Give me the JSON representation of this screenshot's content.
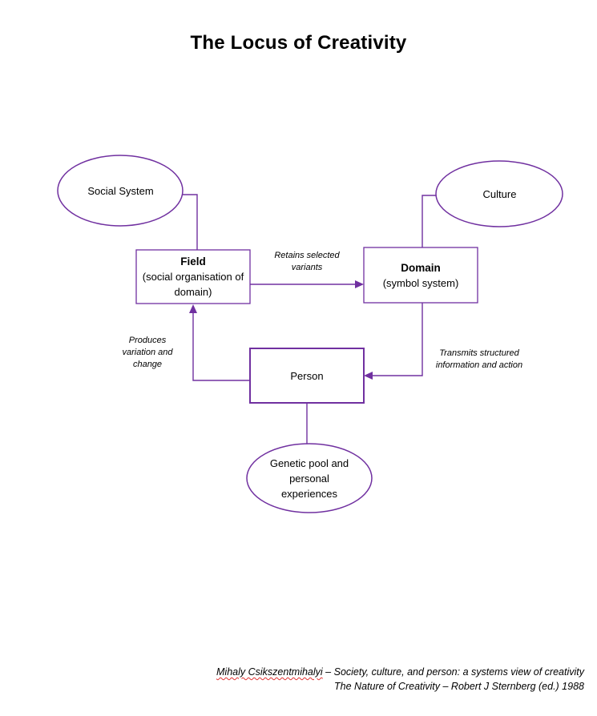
{
  "title": "The Locus of Creativity",
  "colors": {
    "shape_stroke": "#7030A0",
    "text": "#000000",
    "spellcheck_underline": "#e03030",
    "background": "#ffffff"
  },
  "nodes": {
    "social_system": {
      "label": "Social System"
    },
    "culture": {
      "label": "Culture"
    },
    "field": {
      "title": "Field",
      "subtitle": "(social organisation of domain)"
    },
    "domain": {
      "title": "Domain",
      "subtitle": "(symbol system)"
    },
    "person": {
      "label": "Person"
    },
    "genetic_pool": {
      "label": "Genetic pool and personal experiences"
    }
  },
  "edges": {
    "field_to_domain": {
      "label": "Retains selected variants"
    },
    "person_to_field": {
      "label": "Produces variation and change"
    },
    "domain_to_person": {
      "label": "Transmits structured information and action"
    }
  },
  "citation": {
    "author": "Mihaly Csikszentmihalyi",
    "line1_rest": " – Society, culture, and person: a systems view of creativity",
    "line2": "The Nature of Creativity – Robert J Sternberg (ed.) 1988"
  }
}
